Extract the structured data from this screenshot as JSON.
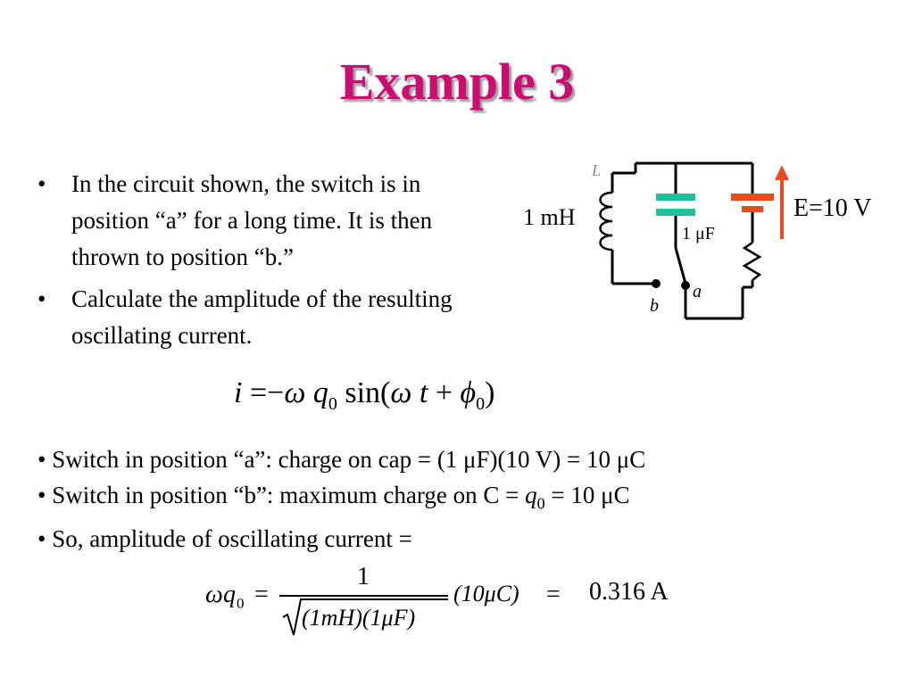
{
  "slide": {
    "title": "Example 3",
    "bullets": [
      "In the circuit shown, the switch is in position “a” for a long time. It is then thrown to position “b.”",
      "Calculate the amplitude of the resulting oscillating current."
    ],
    "bullet_symbol": "•",
    "equation": {
      "lhs": "i",
      "equals": "=",
      "minus": "−",
      "omega": "ω",
      "q": "q",
      "sub0": "0",
      "sin": "sin(",
      "t": "t",
      "plus": "+",
      "phi": "ϕ",
      "close": ")"
    },
    "facts": [
      {
        "prefix": "• Switch in position “a”: charge on cap = (1 μF)(10 V) = 10 μC"
      },
      {
        "prefix": "• Switch in position “b”: maximum charge on C = ",
        "var": "q",
        "sub": "0",
        "suffix": " = 10 μC"
      },
      {
        "prefix": "• So, amplitude of oscillating current ="
      }
    ],
    "formula": {
      "omega": "ω",
      "q": "q",
      "sub0": "0",
      "equals": "=",
      "numerator": "1",
      "denominator": "(1mH)(1μF)",
      "factor": "(10μC)",
      "equals2": "="
    },
    "result": "0.316 A"
  },
  "circuit": {
    "inductor_letter": "L",
    "inductor_value": "1 mH",
    "capacitor_value": "1 μF",
    "emf_symbol": "E",
    "emf_value": "=10 V",
    "switch_a": "a",
    "switch_b": "b",
    "colors": {
      "capacitor": "#1dbf9c",
      "battery": "#e84a1c",
      "arrow": "#ef4a1f",
      "wire": "#000000"
    }
  }
}
